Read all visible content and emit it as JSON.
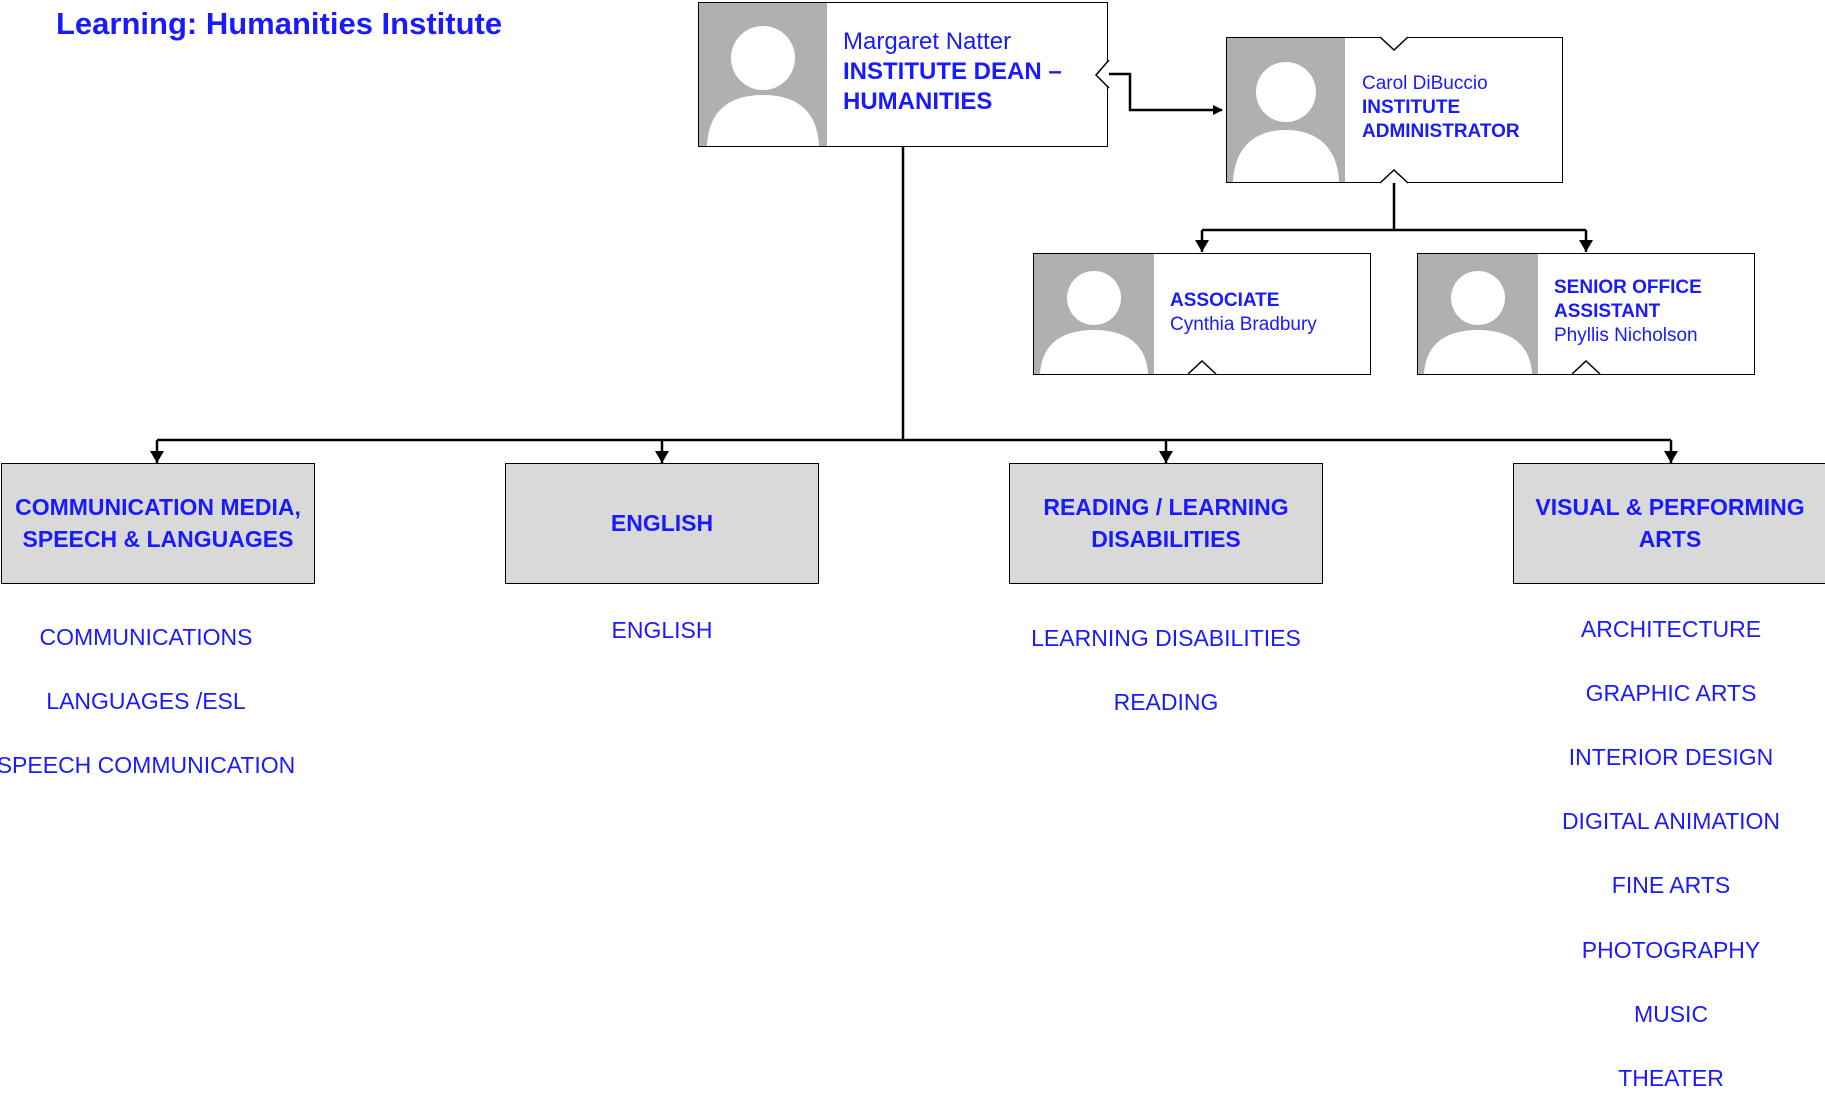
{
  "title": "Learning: Humanities Institute",
  "dean": {
    "name": "Margaret Natter",
    "role": "INSTITUTE DEAN – HUMANITIES"
  },
  "administrator": {
    "name": "Carol DiBuccio",
    "role_line1": "INSTITUTE",
    "role_line2": "ADMINISTRATOR"
  },
  "associate": {
    "role": "ASSOCIATE",
    "name": "Cynthia Bradbury"
  },
  "assistant": {
    "role_line1": "SENIOR OFFICE",
    "role_line2": "ASSISTANT",
    "name": "Phyllis Nicholson"
  },
  "departments": [
    {
      "label": "COMMUNICATION MEDIA, SPEECH & LANGUAGES",
      "subjects": [
        "COMMUNICATIONS",
        "LANGUAGES /ESL",
        "SPEECH COMMUNICATION"
      ]
    },
    {
      "label": "ENGLISH",
      "subjects": [
        "ENGLISH"
      ]
    },
    {
      "label": "READING / LEARNING DISABILITIES",
      "subjects": [
        "LEARNING DISABILITIES",
        "READING"
      ]
    },
    {
      "label": "VISUAL & PERFORMING ARTS",
      "subjects": [
        "ARCHITECTURE",
        "GRAPHIC ARTS",
        "INTERIOR DESIGN",
        "DIGITAL ANIMATION",
        "FINE ARTS",
        "PHOTOGRAPHY",
        "MUSIC",
        "THEATER"
      ]
    }
  ],
  "colors": {
    "text": "#1a1aff",
    "dept_fill": "#d9d9d9",
    "avatar_bg": "#b0b0b0"
  }
}
